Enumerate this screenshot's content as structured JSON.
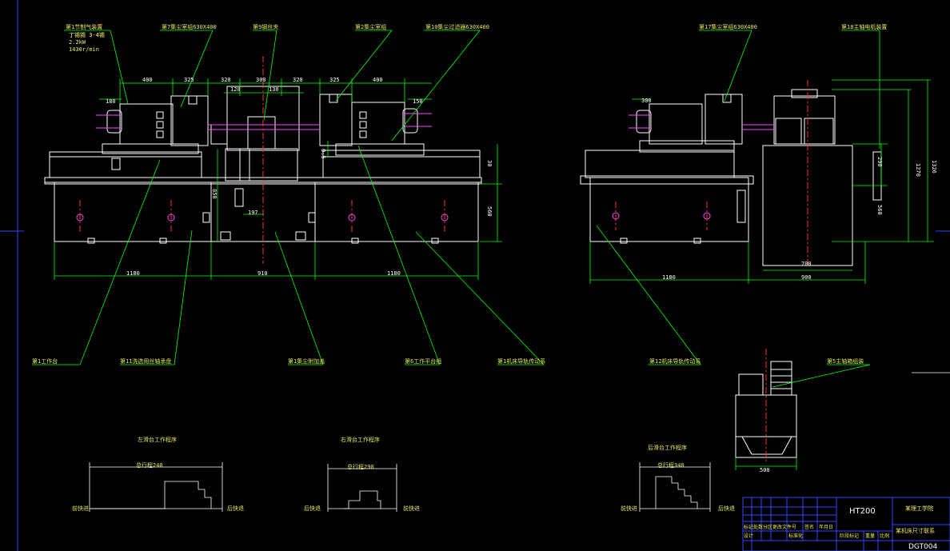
{
  "drawing": {
    "title_code": "HT200",
    "drawing_no": "DGT004",
    "colors": {
      "background": "#000000",
      "outline": "#ffffff",
      "dimension": "#00ff00",
      "leader": "#00ff00",
      "centerline": "#ff3333",
      "text": "#ffff66",
      "magenta": "#ff44ff",
      "blue": "#4466ff",
      "titleblock": "#3344ff"
    }
  },
  "front_view": {
    "dims_top": [
      "400",
      "325",
      "320",
      "300",
      "320",
      "325",
      "400"
    ],
    "dims_inner": [
      "120",
      "130"
    ],
    "dims_side": [
      "180",
      "150"
    ],
    "dims_bottom": [
      "1180",
      "910",
      "1180"
    ],
    "dims_vertical": [
      "850",
      "560",
      "30",
      "0.5"
    ],
    "dim_197": "197",
    "callouts_top": [
      "第1节制气装置",
      "第7集尘室组630X400",
      "第9钢丝夹",
      "第2集尘室组",
      "第10集尘过滤器630X400"
    ],
    "callout_sub": [
      "丁锡锡 3-4锡",
      "2.2kW",
      "1430r/min"
    ],
    "callouts_bottom": [
      "第1工作台",
      "第11洗选用丝轴承盘",
      "第1集尘附加盖",
      "第6工作平台组",
      "第1机床导轨传动系"
    ]
  },
  "side_view": {
    "dims_top": [
      "300"
    ],
    "dims_bottom": [
      "1180",
      "700",
      "900"
    ],
    "dims_vertical": [
      "290",
      "1270",
      "1326",
      "560"
    ],
    "callouts_top": [
      "第17集尘室组630X400",
      "第18主轴电机装置"
    ],
    "callouts_bottom": [
      "第12机床导轨传动系"
    ]
  },
  "small_view": {
    "dims_bottom": [
      "500"
    ],
    "callout": "第5主轴箱组装"
  },
  "step_charts": [
    {
      "title": "左滑台工作程序",
      "span": "总行程240",
      "left_label": "前快进",
      "right_label": "后快退"
    },
    {
      "title": "右滑台工作程序",
      "span": "总行程290",
      "left_label": "后快退",
      "right_label": "前快进"
    },
    {
      "title": "后滑台工作程序",
      "span": "总行程340",
      "left_label": "前快进",
      "right_label": "后快退"
    }
  ],
  "title_block": {
    "school": "某理工学院",
    "name": "某机床尺寸联系",
    "row_labels": [
      "标记",
      "处数",
      "分区",
      "更改文件号",
      "签名",
      "年月日"
    ],
    "row2": [
      "设计",
      "标准化"
    ],
    "row3": [
      "阶段标记",
      "重量",
      "比例"
    ]
  }
}
